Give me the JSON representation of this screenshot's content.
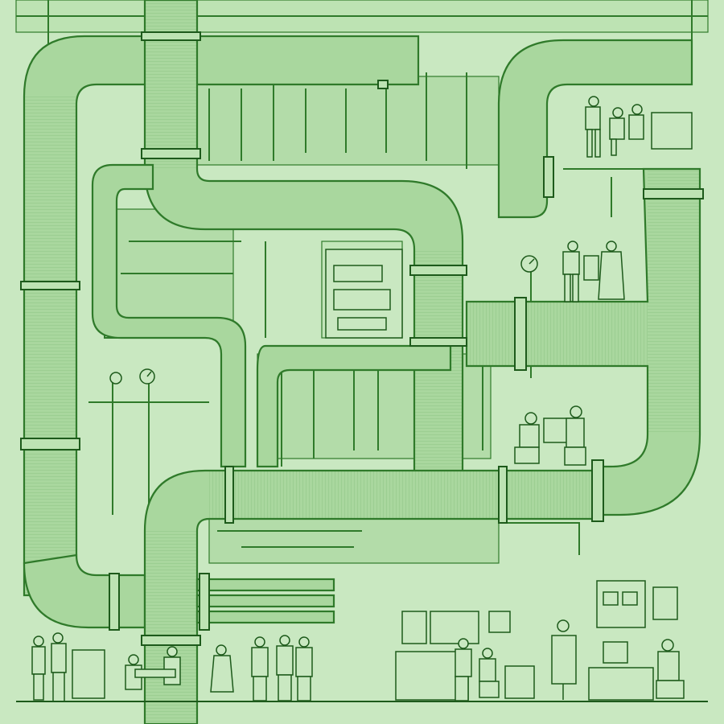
{
  "palette": {
    "background": "#c9e8c1",
    "pipe_fill": "#a9d79e",
    "pipe_light": "#bde3b3",
    "ink": "#2f7a2a",
    "ink_dark": "#1d5a1b"
  },
  "scene": {
    "subject": "pipe-network-illustration",
    "people_groups": [
      "workers-top-right",
      "workers-mid-right",
      "desk-workers",
      "street-crowd",
      "office-workers"
    ]
  }
}
